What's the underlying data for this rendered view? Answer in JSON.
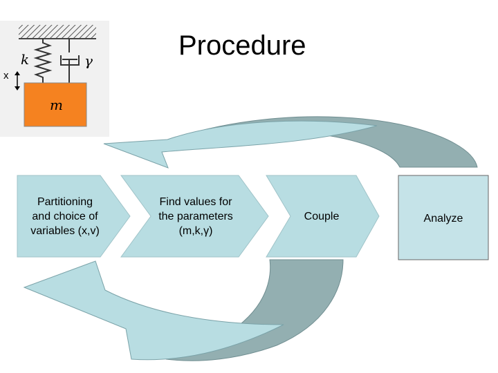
{
  "title": "Procedure",
  "system_diagram": {
    "displacement_label": "x",
    "spring_label": "k",
    "damper_label": "γ",
    "mass_label": "m",
    "mass_color": "#f58220"
  },
  "steps": [
    {
      "label": "Partitioning\nand choice of\nvariables (x,v)"
    },
    {
      "label": "Find values for\nthe parameters\n(m,k,γ)"
    },
    {
      "label": "Couple"
    },
    {
      "label": "Analyze"
    }
  ],
  "colors": {
    "chevron_fill": "#b8dde2",
    "box_fill": "#c5e3e8",
    "loop_arrow_light": "#b8dde2",
    "loop_arrow_dark": "#93afb1"
  }
}
